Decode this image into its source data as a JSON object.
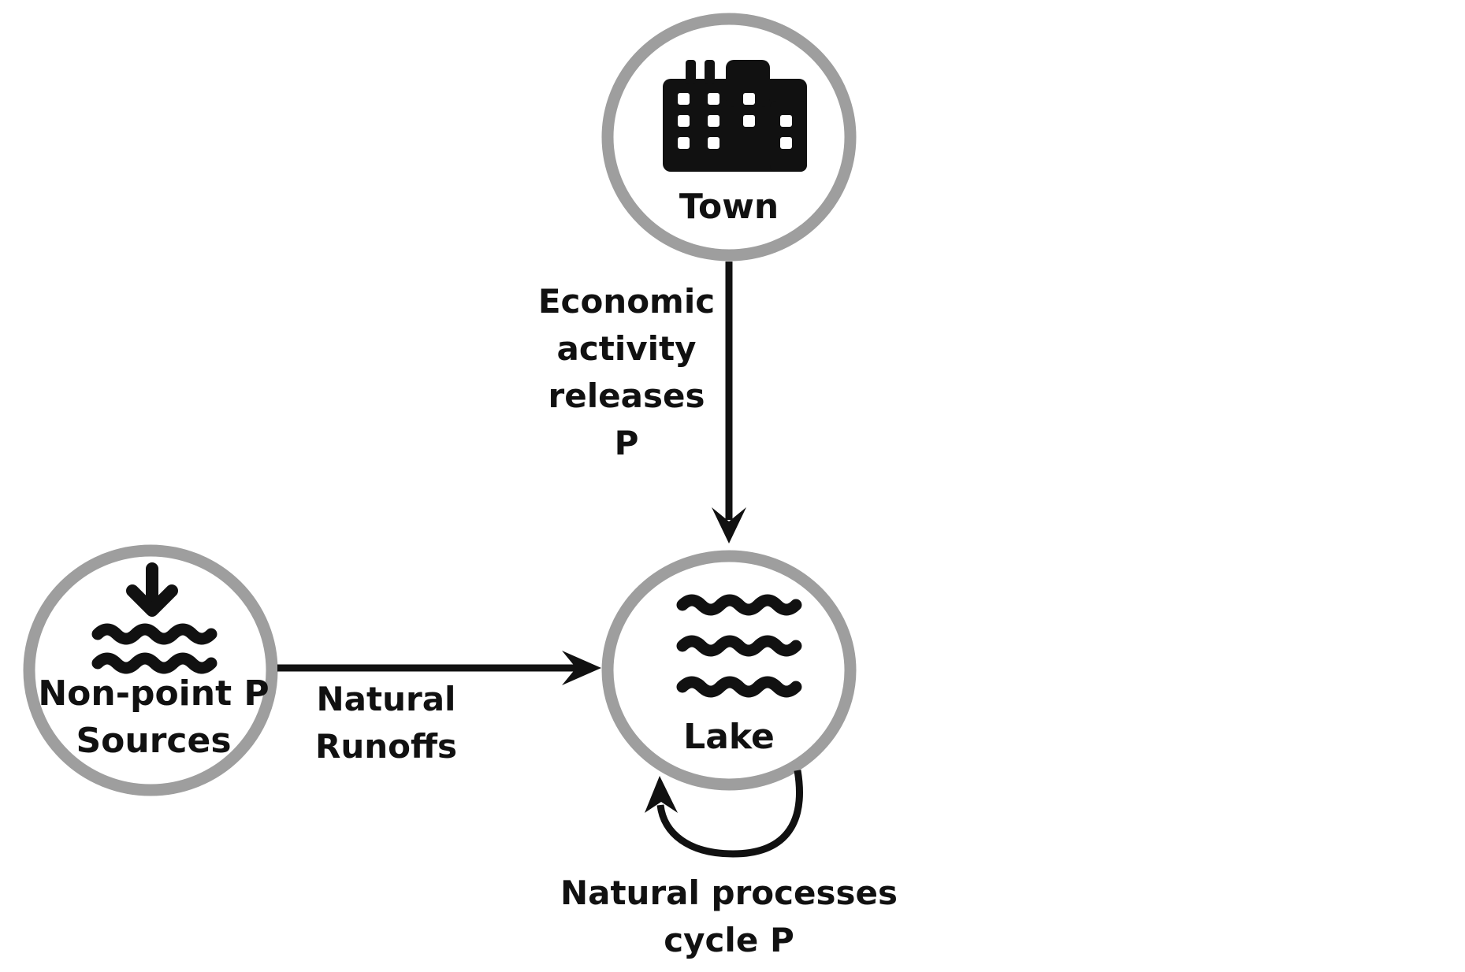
{
  "nodes": {
    "town": {
      "label": "Town",
      "icon": "factory-icon"
    },
    "lake": {
      "label": "Lake",
      "icon": "waves-icon"
    },
    "nonpoint": {
      "label": "Non-point P\nSources",
      "icon": "water-inflow-icon"
    }
  },
  "edges": {
    "town_to_lake": "Economic\nactivity\nreleases\nP",
    "nonpoint_to_lake": "Natural\nRunoffs",
    "lake_self": "Natural processes\ncycle P"
  },
  "colors": {
    "node_border": "#9e9e9e",
    "arrow": "#111111",
    "icon": "#111111",
    "background": "#ffffff"
  }
}
